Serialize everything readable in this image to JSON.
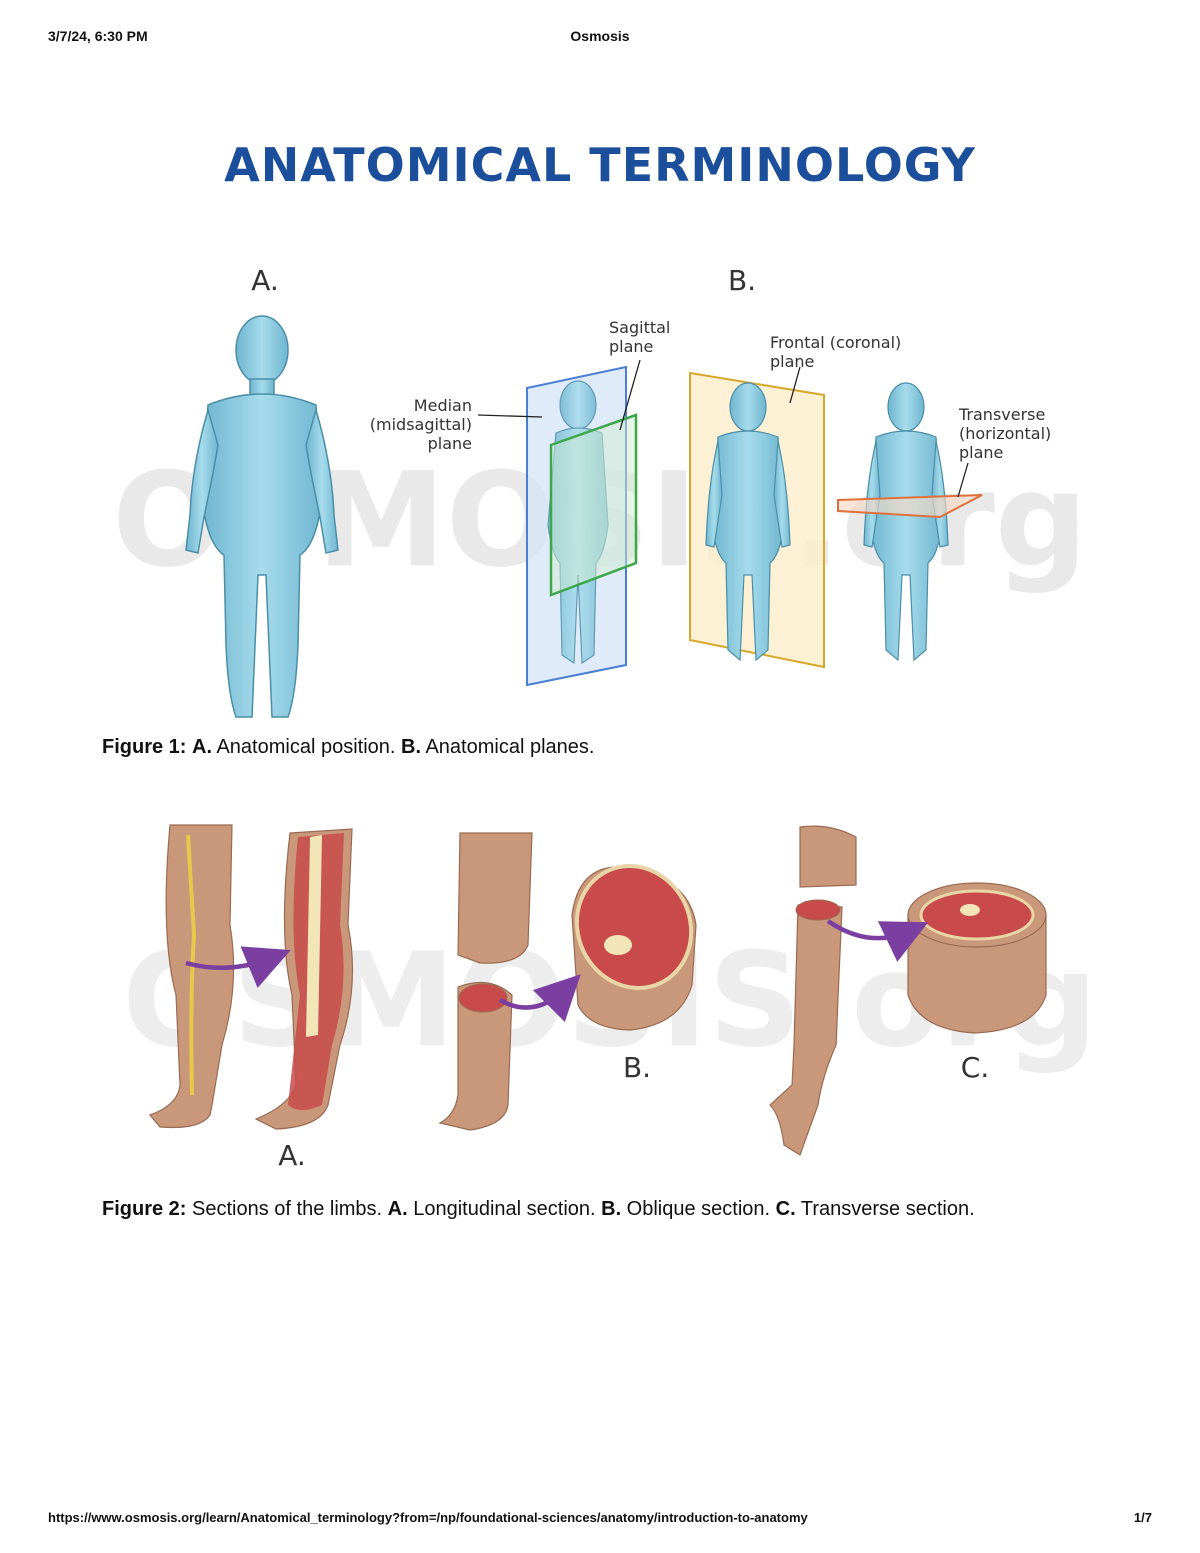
{
  "print_header": {
    "date": "3/7/24, 6:30 PM",
    "title": "Osmosis"
  },
  "page_title": "ANATOMICAL TERMINOLOGY",
  "watermark": "OSMOSIS.org",
  "figure1": {
    "panel_a": "A.",
    "panel_b": "B.",
    "labels": {
      "median_1": "Median",
      "median_2": "(midsagittal)",
      "median_3": "plane",
      "sagittal_1": "Sagittal",
      "sagittal_2": "plane",
      "frontal_1": "Frontal (coronal)",
      "frontal_2": "plane",
      "transverse_1": "Transverse",
      "transverse_2": "(horizontal)",
      "transverse_3": "plane"
    },
    "caption": {
      "fig_label": "Figure 1:",
      "a_label": "A.",
      "a_text": " Anatomical position. ",
      "b_label": "B.",
      "b_text": " Anatomical planes."
    }
  },
  "figure2": {
    "panel_a": "A.",
    "panel_b": "B.",
    "panel_c": "C.",
    "caption": {
      "fig_label": "Figure 2:",
      "intro": " Sections of the limbs. ",
      "a_label": "A.",
      "a_text": " Longitudinal section. ",
      "b_label": "B.",
      "b_text": " Oblique section. ",
      "c_label": "C.",
      "c_text": " Transverse section."
    }
  },
  "print_footer": {
    "url": "https://www.osmosis.org/learn/Anatomical_terminology?from=/np/foundational-sciences/anatomy/introduction-to-anatomy",
    "page": "1/7"
  },
  "colors": {
    "title_blue": "#1b4f9c",
    "body_blue": "#8ccbe0",
    "skin_tan": "#c9977a",
    "median_plane": "#4a7fd4",
    "sagittal_plane": "#3da64a",
    "frontal_plane": "#d6a82c",
    "transverse_plane": "#e0703a",
    "arrow_purple": "#7a3fa0"
  }
}
